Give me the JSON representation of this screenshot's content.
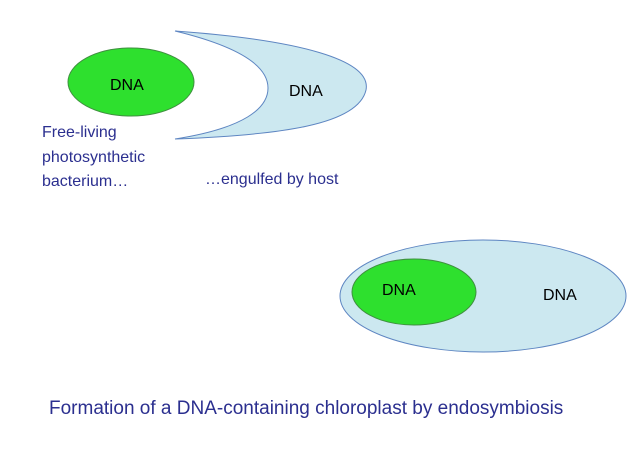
{
  "diagram": {
    "bacterium": {
      "dna_label": "DNA",
      "description_lines": [
        "Free-living",
        "photosynthetic",
        "bacterium…"
      ]
    },
    "host": {
      "dna_label": "DNA",
      "description": "…engulfed by host"
    },
    "chloroplast": {
      "inner_dna_label": "DNA",
      "outer_dna_label": "DNA"
    },
    "colors": {
      "bacterium_fill": "#2ee02e",
      "host_fill": "#cce8f0",
      "host_stroke": "#5e86c2",
      "text_blue": "#2b2f8f"
    }
  },
  "caption": "Formation of a DNA-containing chloroplast by endosymbiosis"
}
